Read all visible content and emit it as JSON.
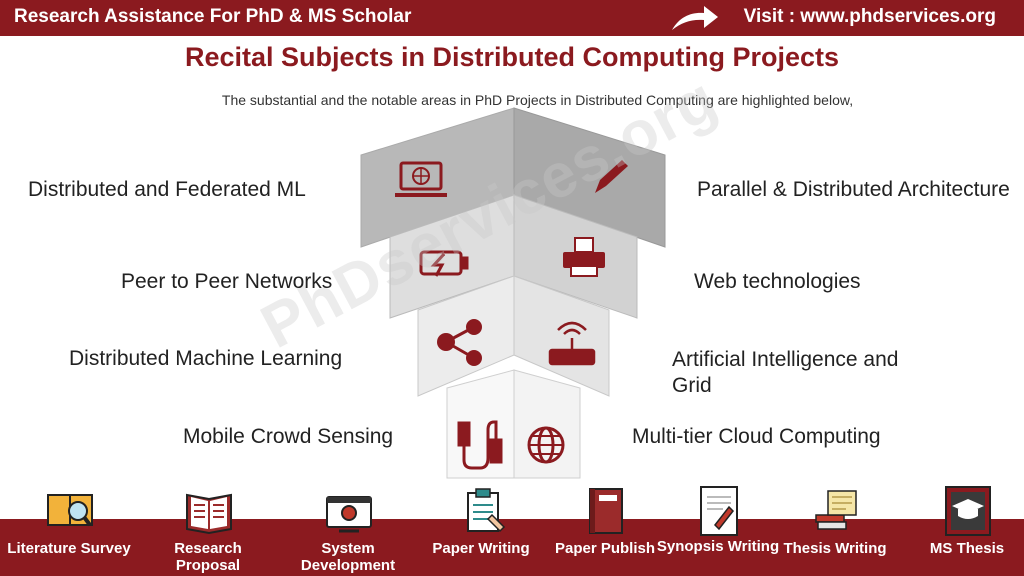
{
  "header": {
    "left_text": "Research Assistance For PhD & MS Scholar",
    "right_text": "Visit : www.phdservices.org"
  },
  "main": {
    "title": "Recital Subjects in Distributed Computing Projects",
    "subtitle": "The substantial and the notable areas in PhD Projects in Distributed Computing are highlighted below,"
  },
  "watermark": "PhDservices.org",
  "topics_left": [
    "Distributed and Federated ML",
    "Peer to Peer Networks",
    "Distributed Machine Learning",
    "Mobile Crowd Sensing"
  ],
  "topics_right": [
    "Parallel & Distributed Architecture",
    "Web technologies",
    "Artificial Intelligence and Grid",
    "Multi-tier Cloud Computing"
  ],
  "icons": {
    "left": [
      "laptop-globe-icon",
      "battery-charging-icon",
      "share-network-icon",
      "usb-cable-icon"
    ],
    "right": [
      "pencil-icon",
      "printer-icon",
      "wifi-router-icon",
      "globe-icon"
    ]
  },
  "footer": {
    "items": [
      {
        "label": "Literature Survey",
        "icon": "book-magnifier-icon"
      },
      {
        "label": "Research Proposal",
        "icon": "open-book-icon"
      },
      {
        "label": "System Development",
        "icon": "monitor-code-icon"
      },
      {
        "label": "Paper Writing",
        "icon": "clipboard-hand-icon"
      },
      {
        "label": "Paper Publish",
        "icon": "journal-icon"
      },
      {
        "label": "Synopsis Writing",
        "icon": "paper-pen-icon"
      },
      {
        "label": "Thesis Writing",
        "icon": "scroll-books-icon"
      },
      {
        "label": "MS Thesis",
        "icon": "graduation-cap-icon"
      }
    ]
  },
  "colors": {
    "brand": "#8b1a1f",
    "panel_dark": "#b8b8b8",
    "panel_mid": "#dcdcdc",
    "panel_light": "#ececec",
    "panel_lighter": "#f6f6f6"
  }
}
